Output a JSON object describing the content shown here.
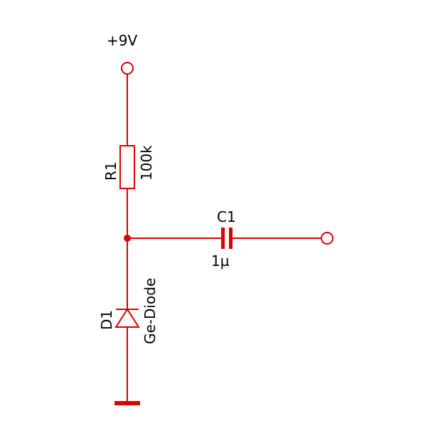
{
  "colors": {
    "wire": "#dd0000",
    "text": "#000000",
    "background": "#ffffff"
  },
  "labels": {
    "supply": "+9V",
    "resistor_ref": "R1",
    "resistor_value": "100k",
    "capacitor_ref": "C1",
    "capacitor_value": "1µ",
    "diode_ref": "D1",
    "diode_value": "Ge-Diode"
  },
  "components": [
    {
      "ref": "R1",
      "type": "resistor",
      "value": "100k"
    },
    {
      "ref": "C1",
      "type": "capacitor",
      "value": "1µ"
    },
    {
      "ref": "D1",
      "type": "diode",
      "value": "Ge-Diode"
    }
  ]
}
